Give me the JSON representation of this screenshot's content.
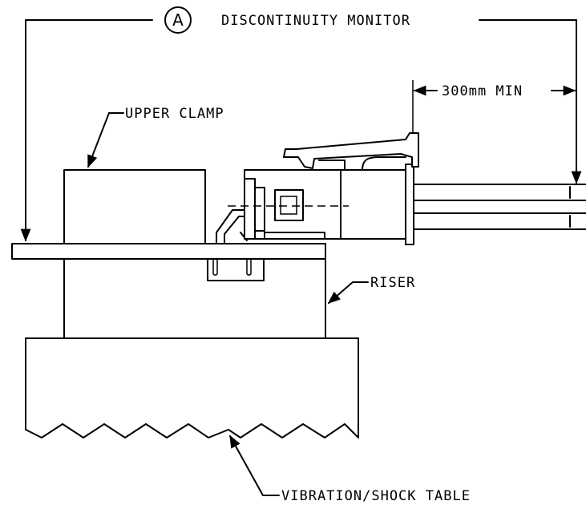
{
  "labels": {
    "callout": "A",
    "monitor": "DISCONTINUITY MONITOR",
    "clamp": "UPPER CLAMP",
    "riser": "RISER",
    "table": "VIBRATION/SHOCK TABLE",
    "dimension": "300mm MIN"
  },
  "colors": {
    "line": "#000000",
    "background": "#ffffff"
  }
}
